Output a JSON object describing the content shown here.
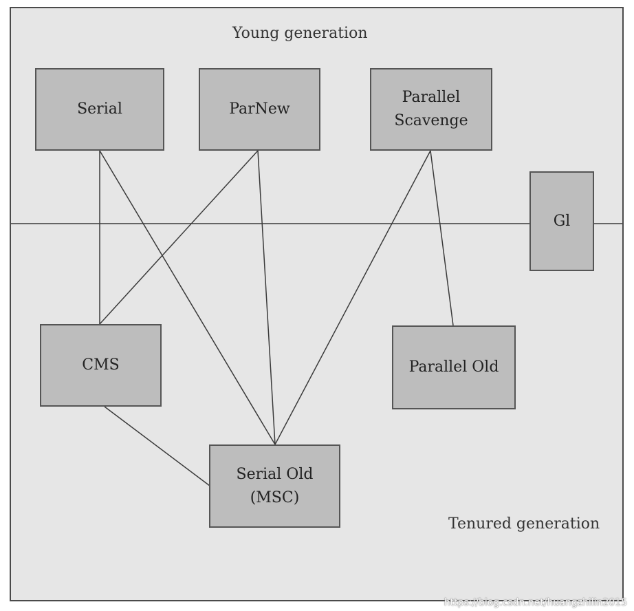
{
  "diagram": {
    "young_label": "Young generation",
    "tenured_label": "Tenured generation",
    "nodes": {
      "serial": "Serial",
      "parnew": "ParNew",
      "parallel_scavenge": "Parallel\nScavenge",
      "g1": "Gl",
      "cms": "CMS",
      "parallel_old": "Parallel Old",
      "serial_old": "Serial Old\n(MSC)"
    },
    "edges": [
      [
        "serial",
        "cms"
      ],
      [
        "serial",
        "serial_old"
      ],
      [
        "parnew",
        "cms"
      ],
      [
        "parnew",
        "serial_old"
      ],
      [
        "parallel_scavenge",
        "serial_old"
      ],
      [
        "parallel_scavenge",
        "parallel_old"
      ],
      [
        "cms",
        "serial_old"
      ]
    ]
  },
  "watermark": "https://blog.csdn.net/huangzhilin2015"
}
